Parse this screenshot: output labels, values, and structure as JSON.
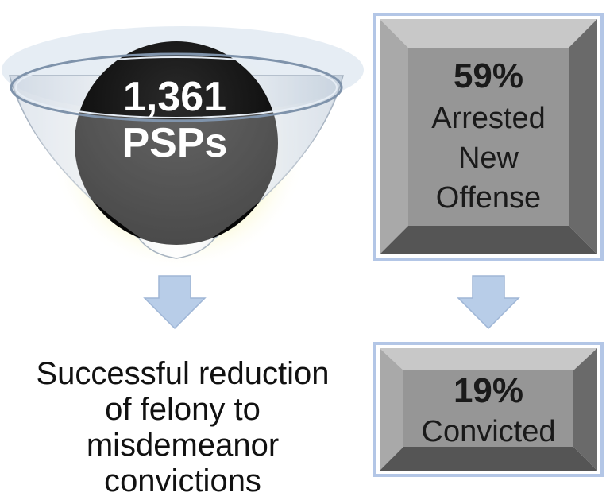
{
  "funnel": {
    "count": "1,361",
    "unit": "PSPs"
  },
  "arrested_box": {
    "percent": "59%",
    "label_lines": [
      "Arrested",
      "New",
      "Offense"
    ]
  },
  "convicted_box": {
    "percent": "19%",
    "label": "Convicted"
  },
  "caption": {
    "lines": [
      "Successful reduction",
      "of felony to",
      "misdemeanor",
      "convictions"
    ]
  },
  "colors": {
    "arrow": "#b8cde8",
    "box_face": "#969696",
    "box_glow": "#9fb8e0",
    "funnel_glow": "#f2f0a0",
    "circle": "#111111"
  }
}
